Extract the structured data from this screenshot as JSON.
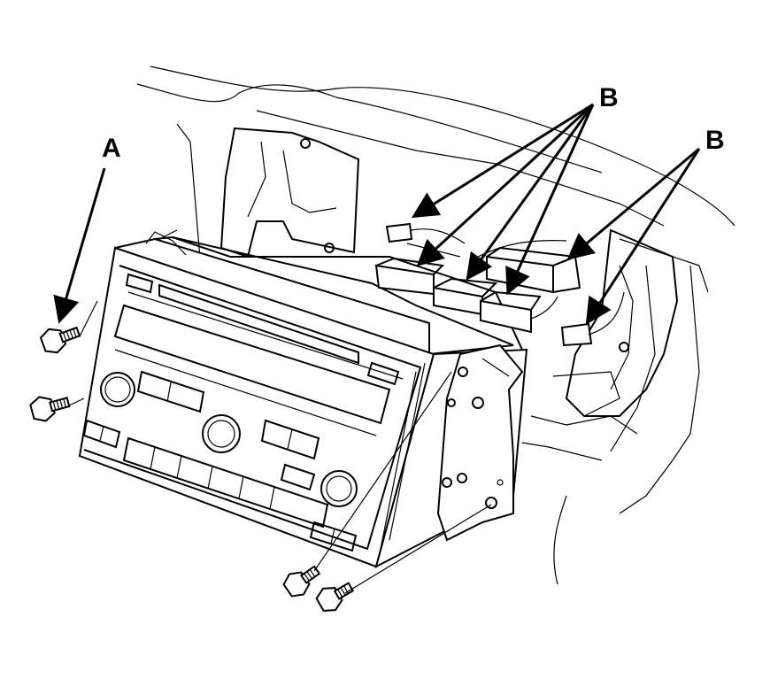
{
  "labels": {
    "a": "A",
    "b_upper": "B",
    "b_right": "B"
  }
}
